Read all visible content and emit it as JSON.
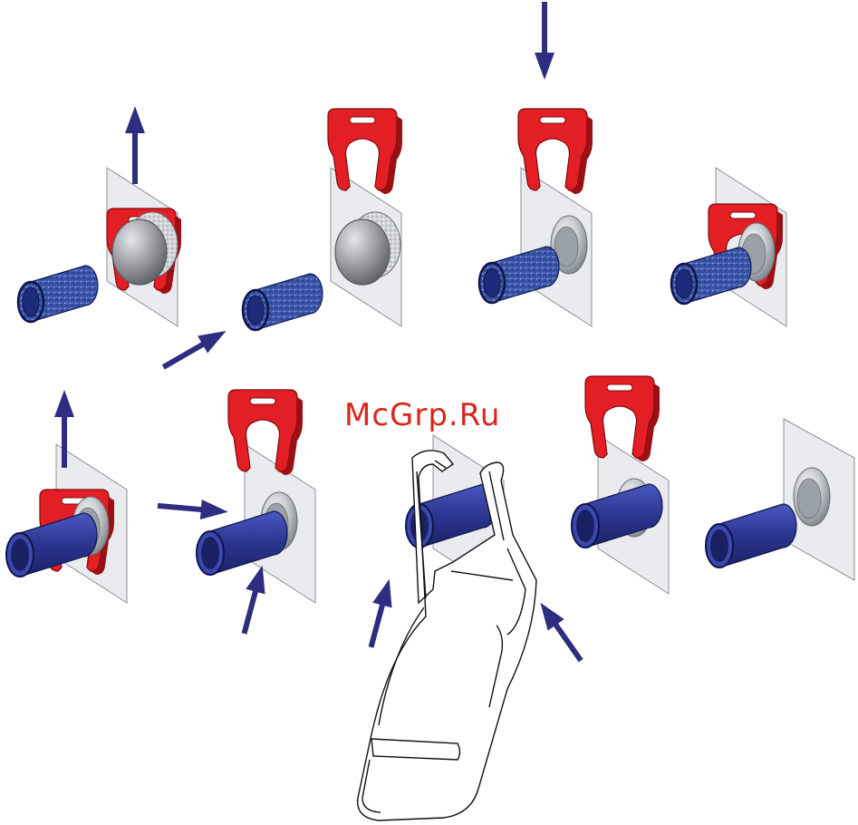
{
  "watermark": {
    "text": "McGrp.Ru"
  },
  "colors": {
    "clip": "#e31e24",
    "clip_dark": "#9a1014",
    "foam": "#3a56a8",
    "tube": "#2f3d9a",
    "arrow": "#2e2d7f",
    "panel": "#e9ebee",
    "steel": "#c9ccd1"
  },
  "steps": [
    {
      "id": "step-1",
      "parts": [
        "panel",
        "clip",
        "foam-sleeve"
      ],
      "arrow": "up"
    },
    {
      "id": "step-2",
      "parts": [
        "panel",
        "clip-removed",
        "foam-sleeve"
      ],
      "arrow": "push-right"
    },
    {
      "id": "step-3",
      "parts": [
        "panel",
        "clip",
        "foam-sleeve-mounted"
      ],
      "arrow": "down"
    },
    {
      "id": "step-4",
      "parts": [
        "panel",
        "clip-installed",
        "foam-sleeve-mounted"
      ],
      "arrow": "none"
    },
    {
      "id": "step-5",
      "parts": [
        "panel",
        "clip",
        "tube"
      ],
      "arrow": "up"
    },
    {
      "id": "step-6",
      "parts": [
        "panel",
        "clip-removed",
        "tube"
      ],
      "arrow": "squeeze"
    },
    {
      "id": "step-7",
      "parts": [
        "panel",
        "release-tool",
        "tube"
      ],
      "arrow": "squeeze"
    },
    {
      "id": "step-8",
      "parts": [
        "panel",
        "clip-removed",
        "tube"
      ],
      "arrow": "none"
    },
    {
      "id": "step-9",
      "parts": [
        "panel",
        "tube-removed"
      ],
      "arrow": "none"
    }
  ]
}
